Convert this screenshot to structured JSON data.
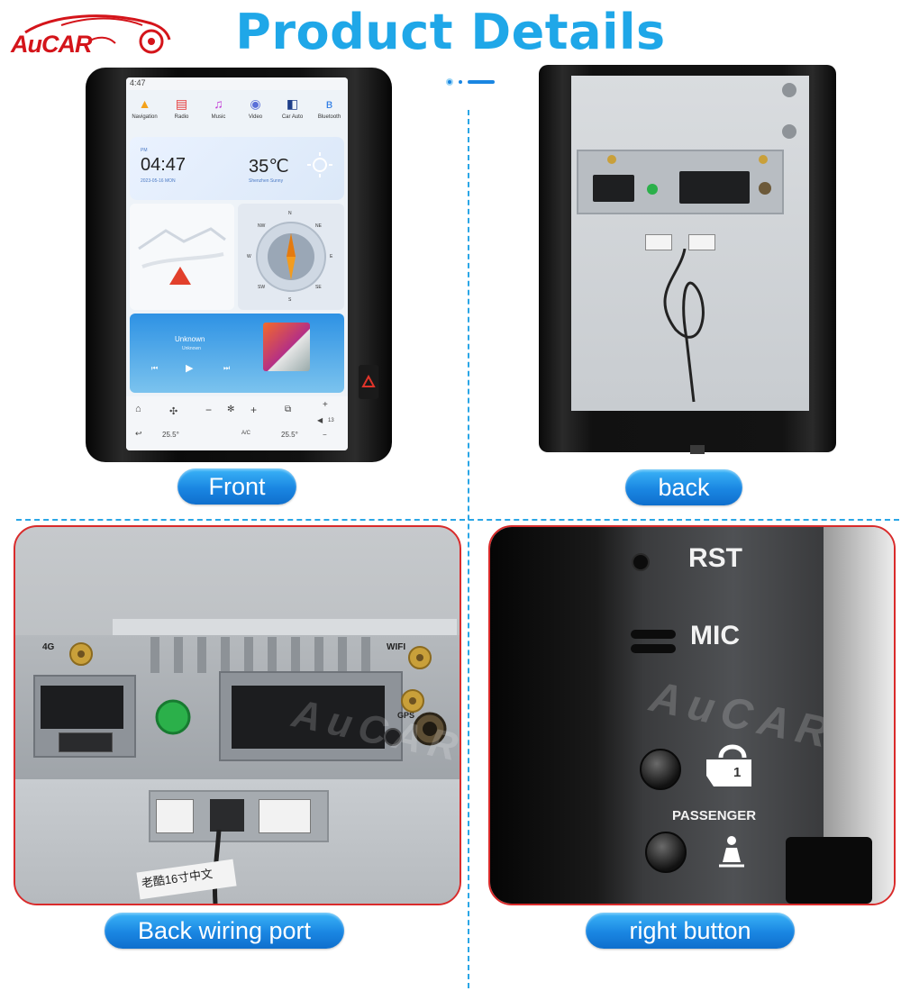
{
  "brand": {
    "logo_text": "AuCAR",
    "accent": "#1fa7e8",
    "alert": "#d92b2b",
    "logo_red": "#d4141a"
  },
  "header": {
    "title": "Product Details"
  },
  "front": {
    "status_time": "4:47",
    "apps": [
      "Navigation",
      "Radio",
      "Music",
      "Video",
      "Car Auto",
      "Bluetooth"
    ],
    "clock_ampm": "PM",
    "clock_time": "04:47",
    "clock_date": "2023-05-16 MON",
    "temperature": "35℃",
    "weather": "Shenzhen Sunny",
    "compass": {
      "n": "N",
      "s": "S",
      "e": "E",
      "w": "W",
      "ne": "NE",
      "nw": "NW",
      "se": "SE",
      "sw": "SW"
    },
    "music_title": "Unknown",
    "music_artist": "Unknown",
    "climate_left": "25.5°",
    "climate_right": "25.5°",
    "climate_ac": "A/C",
    "volume": "13",
    "label": "Front"
  },
  "back": {
    "label": "back"
  },
  "wiring": {
    "tag_4g": "4G",
    "tag_wifi": "WIFI",
    "tag_gps": "GPS",
    "cable_tag": "老酷16寸中文",
    "label": "Back wiring port"
  },
  "buttons": {
    "rst": "RST",
    "mic": "MIC",
    "passenger": "PASSENGER",
    "lock_number": "1",
    "label": "right button"
  },
  "watermark": "AuCAR"
}
